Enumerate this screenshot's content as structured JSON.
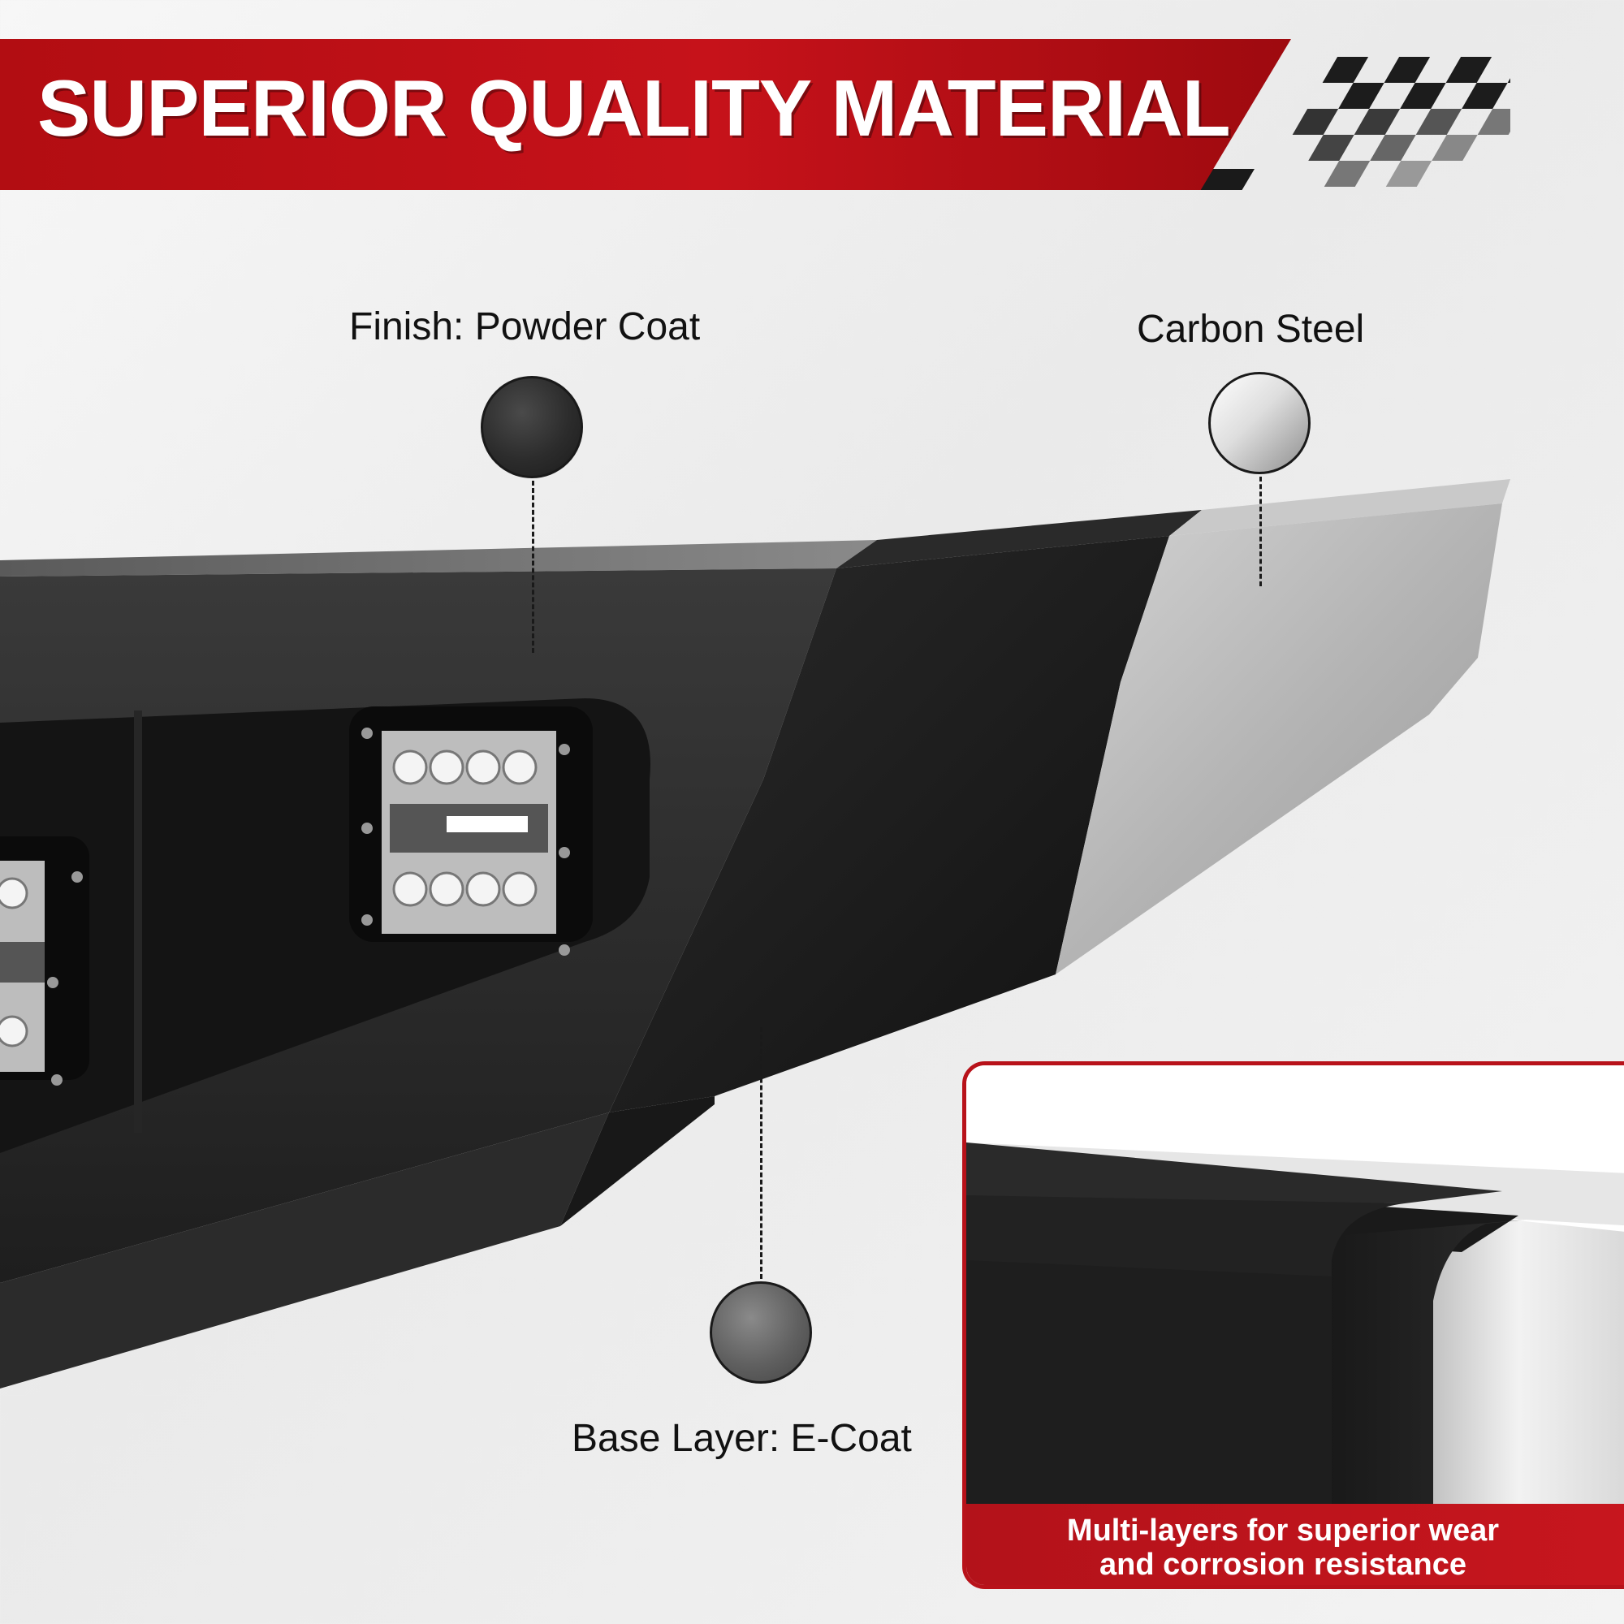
{
  "header": {
    "title": "SUPERIOR QUALITY MATERIAL"
  },
  "labels": {
    "finish": "Finish: Powder Coat",
    "carbon": "Carbon Steel",
    "base": "Base Layer: E-Coat"
  },
  "inset": {
    "caption_line1": "Multi-layers for superior wear",
    "caption_line2": "and corrosion resistance"
  },
  "colors": {
    "brand_red": "#c6121a",
    "powder_coat": "#2c2c2c",
    "e_coat": "#606060",
    "carbon_steel": "#c8c8c8"
  },
  "icons": [
    "checkered-flag-icon"
  ]
}
